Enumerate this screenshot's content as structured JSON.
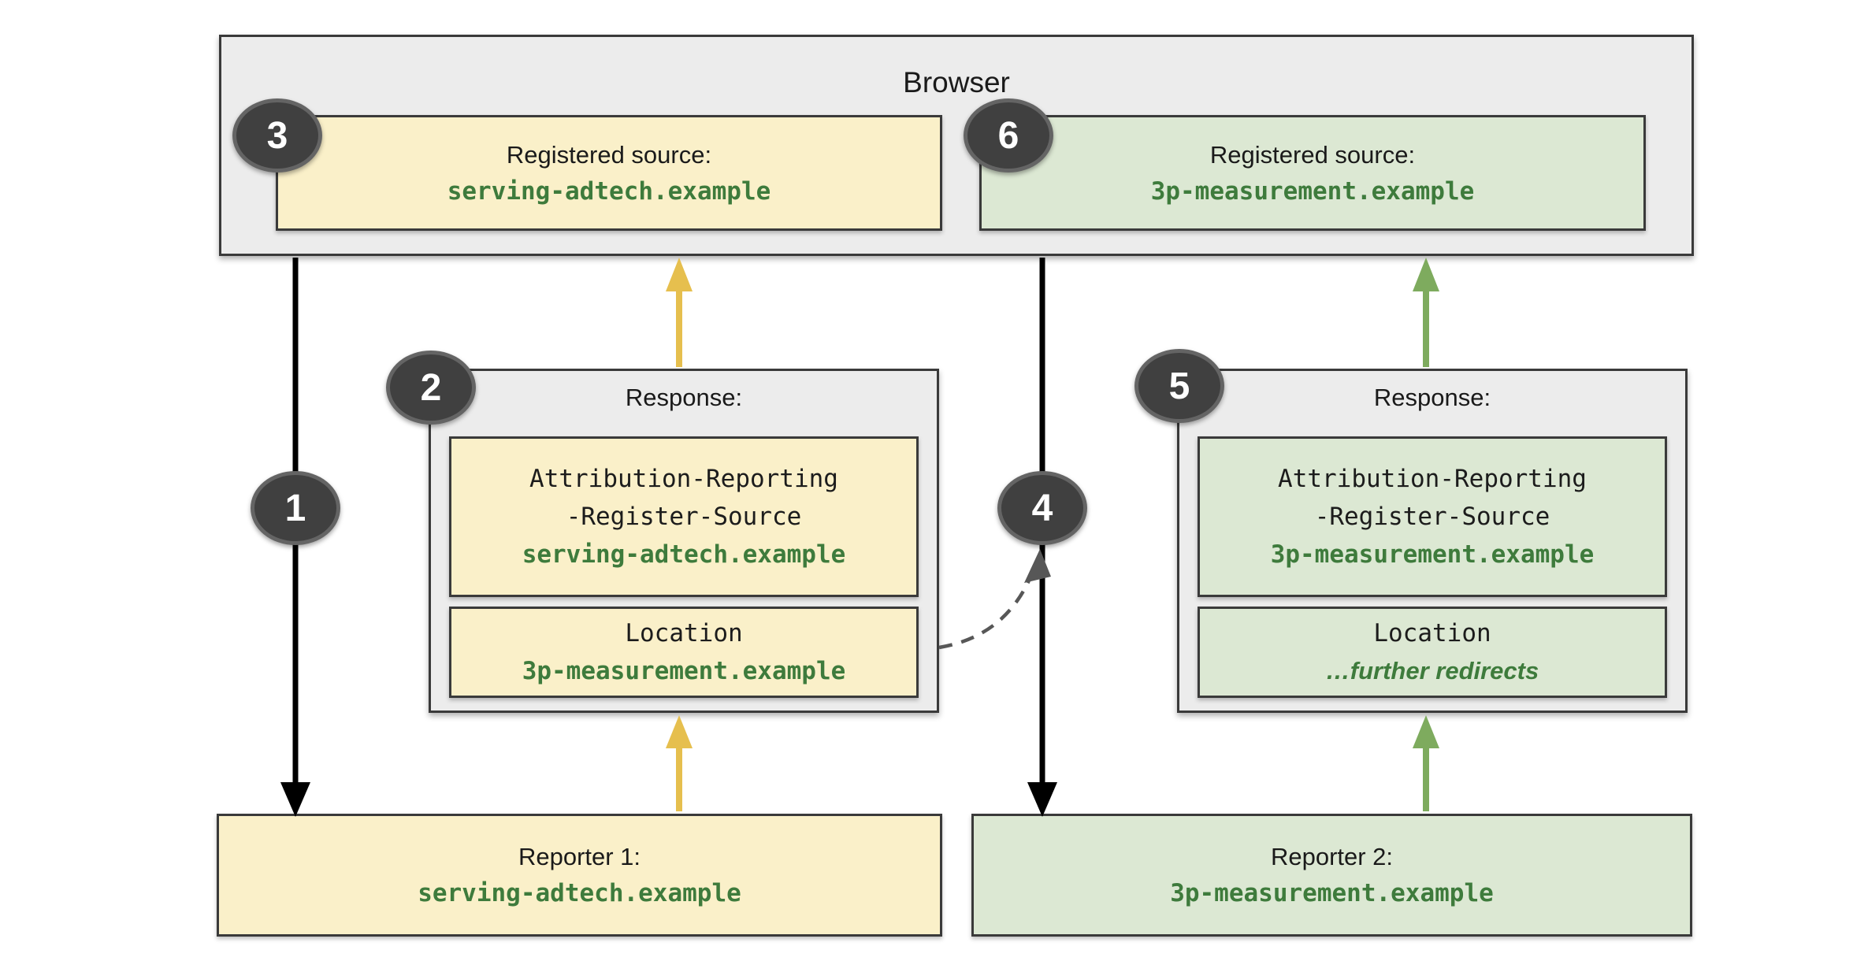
{
  "palette": {
    "background": "#FFFFFF",
    "panel_gray": "#ECECEC",
    "border_dark": "#3A3A3A",
    "yellow_fill": "#FAF0C9",
    "green_fill": "#DCE8D3",
    "domain_green": "#3E7B3C",
    "text_black": "#1A1A1A",
    "arrow_black": "#000000",
    "arrow_yellow": "#E6BF4E",
    "arrow_green": "#7EAB5E",
    "dashed_gray": "#575757",
    "badge_fill": "#404040",
    "badge_ring": "#646464",
    "badge_text": "#FFFFFF"
  },
  "browser": {
    "title": "Browser",
    "registered_sources": [
      {
        "badge": "3",
        "label": "Registered source:",
        "domain": "serving-adtech.example",
        "theme": "yellow"
      },
      {
        "badge": "6",
        "label": "Registered source:",
        "domain": "3p-measurement.example",
        "theme": "green"
      }
    ]
  },
  "responses": [
    {
      "badge": "2",
      "title": "Response:",
      "theme": "yellow",
      "blocks": [
        {
          "lines": [
            "Attribution-Reporting",
            "-Register-Source"
          ],
          "value": "serving-adtech.example"
        },
        {
          "lines": [
            "Location"
          ],
          "value": "3p-measurement.example"
        }
      ]
    },
    {
      "badge": "5",
      "title": "Response:",
      "theme": "green",
      "blocks": [
        {
          "lines": [
            "Attribution-Reporting",
            "-Register-Source"
          ],
          "value": "3p-measurement.example"
        },
        {
          "lines": [
            "Location"
          ],
          "value": "…further redirects"
        }
      ]
    }
  ],
  "reporters": [
    {
      "label": "Reporter 1:",
      "domain": "serving-adtech.example",
      "theme": "yellow"
    },
    {
      "label": "Reporter 2:",
      "domain": "3p-measurement.example",
      "theme": "green"
    }
  ],
  "flow_badges": [
    {
      "number": "1"
    },
    {
      "number": "4"
    }
  ],
  "flows": [
    {
      "from": "browser",
      "to": "reporter-1",
      "style": "solid-black-down"
    },
    {
      "from": "response-1",
      "to": "browser",
      "style": "solid-yellow-up"
    },
    {
      "from": "reporter-1",
      "to": "response-1",
      "style": "solid-yellow-up"
    },
    {
      "from": "browser",
      "to": "reporter-2",
      "style": "solid-black-down"
    },
    {
      "from": "response-2",
      "to": "browser",
      "style": "solid-green-up"
    },
    {
      "from": "reporter-2",
      "to": "response-2",
      "style": "solid-green-up"
    },
    {
      "from": "response-1-location",
      "to": "request-to-reporter-2",
      "style": "dashed-gray-curve"
    }
  ]
}
